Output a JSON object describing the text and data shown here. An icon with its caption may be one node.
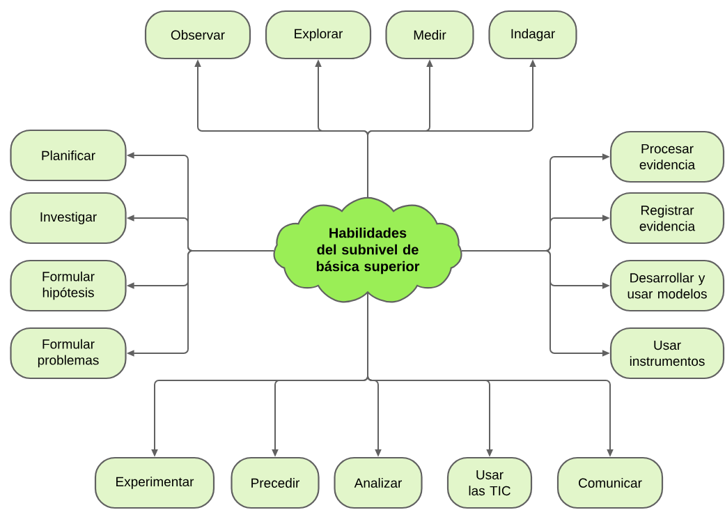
{
  "diagram": {
    "nodes": [
      {
        "text": [
          "Habilidades del subnivel de básica superior"
        ]
      },
      {
        "text": [
          "Observar"
        ]
      },
      {
        "text": [
          "Explorar"
        ]
      },
      {
        "text": [
          "Medir"
        ]
      },
      {
        "text": [
          "Indagar"
        ]
      },
      {
        "text": [
          "Planificar"
        ]
      },
      {
        "text": [
          "Procesar evidencia"
        ]
      },
      {
        "text": [
          "Investigar"
        ]
      },
      {
        "text": [
          "Registrar evidencia"
        ]
      },
      {
        "text": [
          "Formular hipótesis"
        ]
      },
      {
        "text": [
          "Desarrollar y usar modelos"
        ]
      },
      {
        "text": [
          "Formular problemas"
        ]
      },
      {
        "text": [
          "Usar instrumentos"
        ]
      },
      {
        "text": [
          "Experimentar"
        ]
      },
      {
        "text": [
          "Precedir"
        ]
      },
      {
        "text": [
          "Analizar"
        ]
      },
      {
        "text": [
          "Usar las TIC"
        ]
      },
      {
        "text": [
          "Comunicar"
        ]
      }
    ],
    "edges": [
      {
        "from": 0,
        "to": 1,
        "arrow": "to"
      },
      {
        "from": 0,
        "to": 2,
        "arrow": "to"
      },
      {
        "from": 0,
        "to": 3,
        "arrow": "to"
      },
      {
        "from": 0,
        "to": 4,
        "arrow": "to"
      },
      {
        "from": 0,
        "to": 5,
        "arrow": "to"
      },
      {
        "from": 0,
        "to": 7,
        "arrow": "to"
      },
      {
        "from": 0,
        "to": 9,
        "arrow": "to"
      },
      {
        "from": 0,
        "to": 11,
        "arrow": "to"
      },
      {
        "from": 0,
        "to": 6,
        "arrow": "to"
      },
      {
        "from": 0,
        "to": 8,
        "arrow": "to"
      },
      {
        "from": 0,
        "to": 10,
        "arrow": "to"
      },
      {
        "from": 0,
        "to": 12,
        "arrow": "to"
      },
      {
        "from": 0,
        "to": 13,
        "arrow": "to"
      },
      {
        "from": 0,
        "to": 14,
        "arrow": "to"
      },
      {
        "from": 0,
        "to": 15,
        "arrow": "to"
      },
      {
        "from": 0,
        "to": 16,
        "arrow": "to"
      },
      {
        "from": 0,
        "to": 17,
        "arrow": "to"
      }
    ]
  }
}
